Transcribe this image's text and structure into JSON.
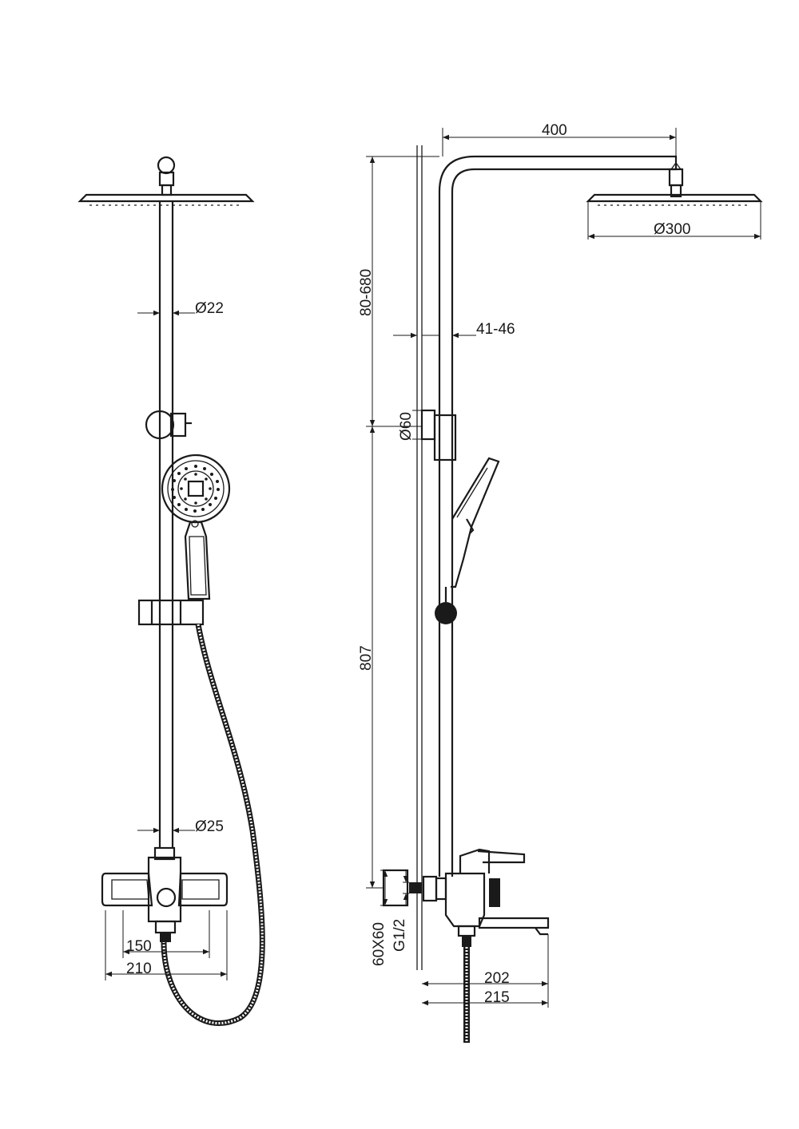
{
  "dimensions": {
    "arm_length": "400",
    "rain_head_diameter": "Ø300",
    "riser_adjust_height": "80-680",
    "wall_gap": "41-46",
    "bracket_diameter": "Ø60",
    "pipe_diameter_upper": "Ø22",
    "pipe_diameter_lower": "Ø25",
    "riser_height": "807",
    "escutcheon_size": "60X60",
    "thread": "G1/2",
    "spout_reach": "202",
    "mixer_depth": "215",
    "inlet_centers": "150",
    "mixer_width": "210"
  }
}
